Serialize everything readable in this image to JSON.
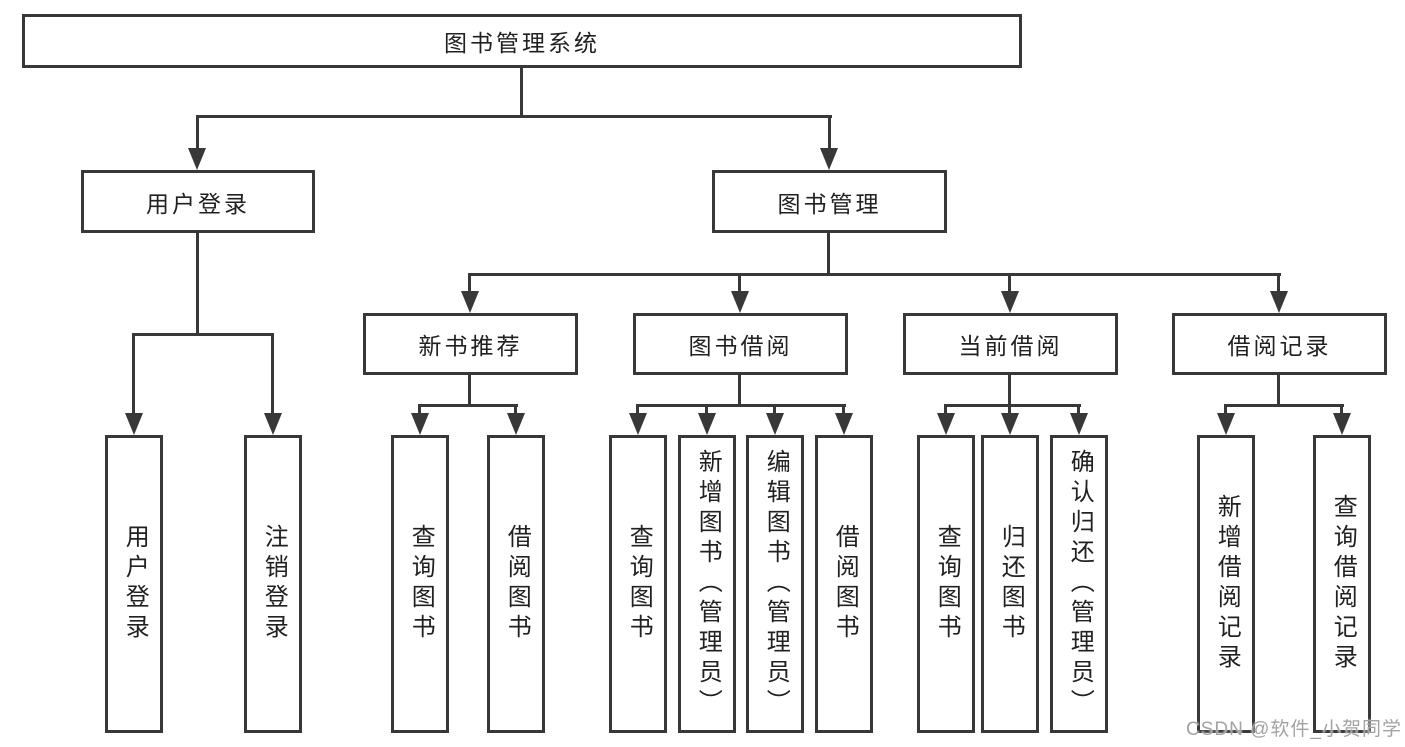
{
  "diagram": {
    "root": {
      "label": "图书管理系统"
    },
    "login": {
      "label": "用户登录",
      "children": [
        {
          "label": "用户登录"
        },
        {
          "label": "注销登录"
        }
      ]
    },
    "management": {
      "label": "图书管理",
      "groups": [
        {
          "label": "新书推荐",
          "children": [
            {
              "label": "查询图书"
            },
            {
              "label": "借阅图书"
            }
          ]
        },
        {
          "label": "图书借阅",
          "children": [
            {
              "label": "查询图书"
            },
            {
              "label": "新增图书（管理员）"
            },
            {
              "label": "编辑图书（管理员）"
            },
            {
              "label": "借阅图书"
            }
          ]
        },
        {
          "label": "当前借阅",
          "children": [
            {
              "label": "查询图书"
            },
            {
              "label": "归还图书"
            },
            {
              "label": "确认归还（管理员）"
            }
          ]
        },
        {
          "label": "借阅记录",
          "children": [
            {
              "label": "新增借阅记录"
            },
            {
              "label": "查询借阅记录"
            }
          ]
        }
      ]
    },
    "watermark": "CSDN @软件_小贺同学",
    "colors": {
      "line": "#383838",
      "text": "#212121",
      "watermark": "#a3a3a3",
      "background": "#ffffff"
    }
  }
}
